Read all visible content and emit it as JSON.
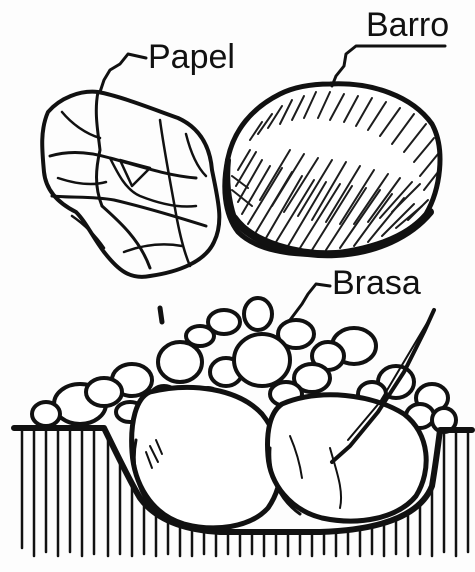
{
  "labels": {
    "papel": "Papel",
    "barro": "Barro",
    "brasa": "Brasa"
  },
  "colors": {
    "ink": "#111111",
    "paper": "#fdfdfd"
  }
}
